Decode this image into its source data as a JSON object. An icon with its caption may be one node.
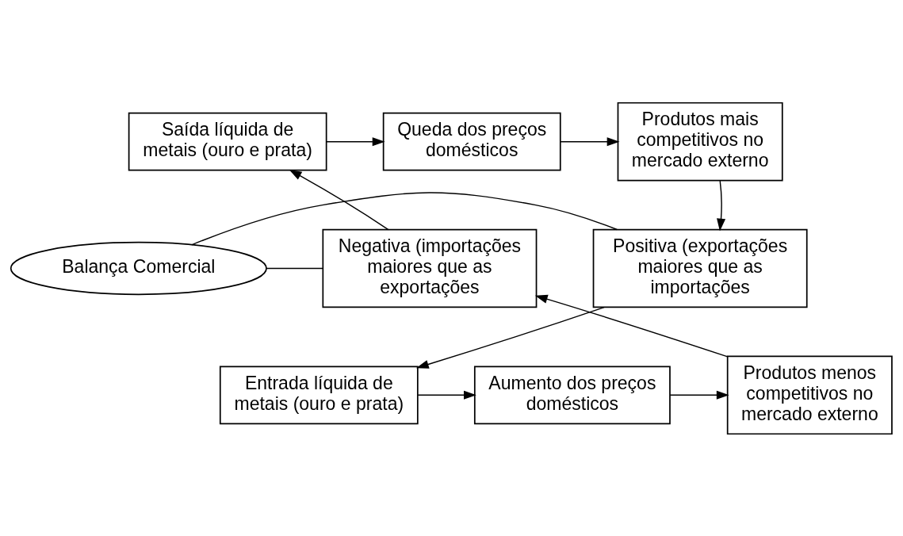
{
  "diagram": {
    "nodes": [
      {
        "text": [
          "Saída líquida de metais (ouro e prata)"
        ]
      },
      {
        "text": [
          "Queda dos preços domésticos"
        ]
      },
      {
        "text": [
          "Produtos mais competitivos no mercado externo"
        ]
      },
      {
        "text": [
          "Negativa (importações maiores que as exportações"
        ]
      },
      {
        "text": [
          "Balança Comercial"
        ]
      },
      {
        "text": [
          "Positiva (exportações maiores que as importações"
        ]
      },
      {
        "text": [
          "Produtos menos competitivos no mercado externo"
        ]
      },
      {
        "text": [
          "Aumento dos preços domésticos"
        ]
      },
      {
        "text": [
          "Entrada líquida de metais (ouro e prata)"
        ]
      }
    ],
    "edges": [
      {
        "from": 0,
        "to": 1,
        "arrow": "to"
      },
      {
        "from": 1,
        "to": 2,
        "arrow": "to"
      },
      {
        "from": 2,
        "to": 5,
        "arrow": "to"
      },
      {
        "from": 3,
        "to": 0,
        "arrow": "to"
      },
      {
        "from": 4,
        "to": 3,
        "arrow": "none"
      },
      {
        "from": 4,
        "to": 5,
        "arrow": "none"
      },
      {
        "from": 5,
        "to": 8,
        "arrow": "to"
      },
      {
        "from": 8,
        "to": 7,
        "arrow": "to"
      },
      {
        "from": 7,
        "to": 6,
        "arrow": "to"
      },
      {
        "from": 6,
        "to": 3,
        "arrow": "to"
      }
    ]
  }
}
